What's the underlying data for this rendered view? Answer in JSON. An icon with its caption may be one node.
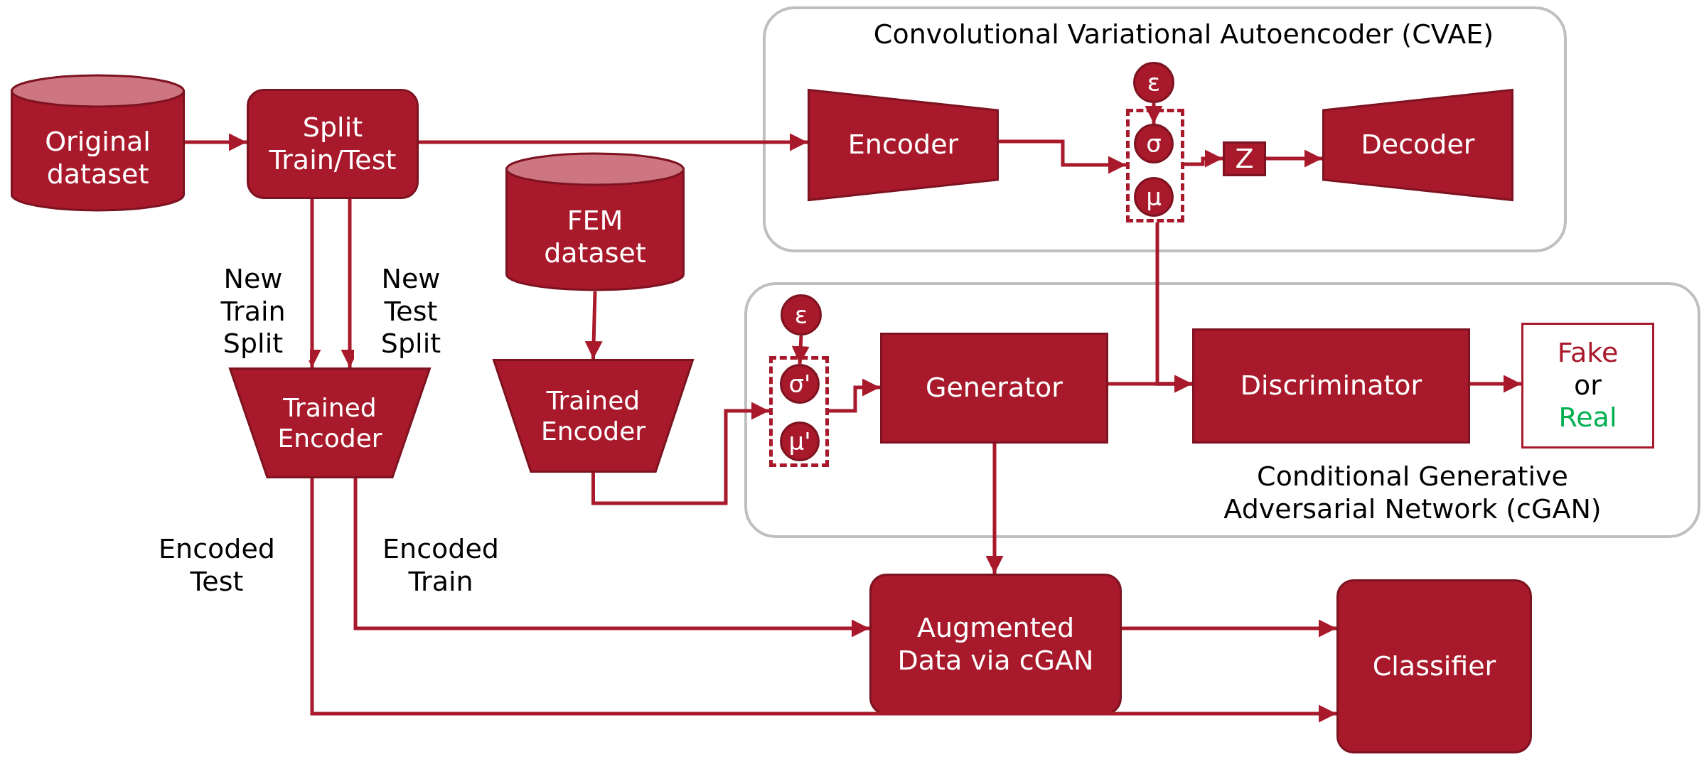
{
  "diagram": {
    "nodes": [
      {
        "text": [
          "Original dataset"
        ]
      },
      {
        "text": [
          "Split Train/Test"
        ]
      },
      {
        "text": [
          "Convolutional Variational Autoencoder (CVAE)"
        ]
      },
      {
        "text": [
          "Encoder"
        ],
        "in": 2
      },
      {
        "text": [
          "ε"
        ],
        "in": 2
      },
      {
        "text": [],
        "shape": "box",
        "in": 2
      },
      {
        "text": [
          "σ"
        ],
        "in": 5
      },
      {
        "text": [
          "μ"
        ],
        "in": 5
      },
      {
        "text": [
          "Z"
        ],
        "in": 2
      },
      {
        "text": [
          "Decoder"
        ],
        "in": 2
      },
      {
        "text": [
          "FEM dataset"
        ]
      },
      {
        "text": [
          "Trained Encoder"
        ]
      },
      {
        "text": [
          "Trained Encoder"
        ]
      },
      {
        "text": [
          "Conditional Generative Adversarial Network (cGAN)"
        ]
      },
      {
        "text": [
          "ε"
        ],
        "in": 13
      },
      {
        "text": [],
        "shape": "box",
        "in": 13
      },
      {
        "text": [
          "σ'"
        ],
        "in": 15
      },
      {
        "text": [
          "μ'"
        ],
        "in": 15
      },
      {
        "text": [
          "Generator"
        ],
        "in": 13
      },
      {
        "text": [
          "Discriminator"
        ],
        "in": 13
      },
      {
        "text": [
          "Fake",
          "or",
          "Real"
        ],
        "in": 13
      },
      {
        "text": [
          "Augmented Data via cGAN"
        ]
      },
      {
        "text": [
          "Classifier"
        ]
      }
    ],
    "edges": [
      {
        "from": 0,
        "to": 1,
        "arrow": "to"
      },
      {
        "from": 1,
        "to": 3,
        "arrow": "to"
      },
      {
        "from": 1,
        "to": 11,
        "arrow": "to",
        "label": "New Train Split"
      },
      {
        "from": 1,
        "to": 11,
        "arrow": "to",
        "label": "New Test Split"
      },
      {
        "from": 3,
        "to": 5,
        "arrow": "to"
      },
      {
        "from": 4,
        "to": 6,
        "arrow": "to"
      },
      {
        "from": 5,
        "to": 8,
        "arrow": "to"
      },
      {
        "from": 8,
        "to": 9,
        "arrow": "to"
      },
      {
        "from": 10,
        "to": 12,
        "arrow": "to"
      },
      {
        "from": 12,
        "to": 15,
        "arrow": "to"
      },
      {
        "from": 14,
        "to": 16,
        "arrow": "to"
      },
      {
        "from": 15,
        "to": 18,
        "arrow": "to"
      },
      {
        "from": 18,
        "to": 19,
        "arrow": "to"
      },
      {
        "from": 5,
        "to": 19,
        "arrow": "to"
      },
      {
        "from": 19,
        "to": 20,
        "arrow": "to"
      },
      {
        "from": 18,
        "to": 21,
        "arrow": "to"
      },
      {
        "from": 11,
        "to": 21,
        "arrow": "to",
        "label": "Encoded Train"
      },
      {
        "from": 11,
        "to": 22,
        "arrow": "to",
        "label": "Encoded Test"
      },
      {
        "from": 21,
        "to": 22,
        "arrow": "to"
      }
    ]
  }
}
